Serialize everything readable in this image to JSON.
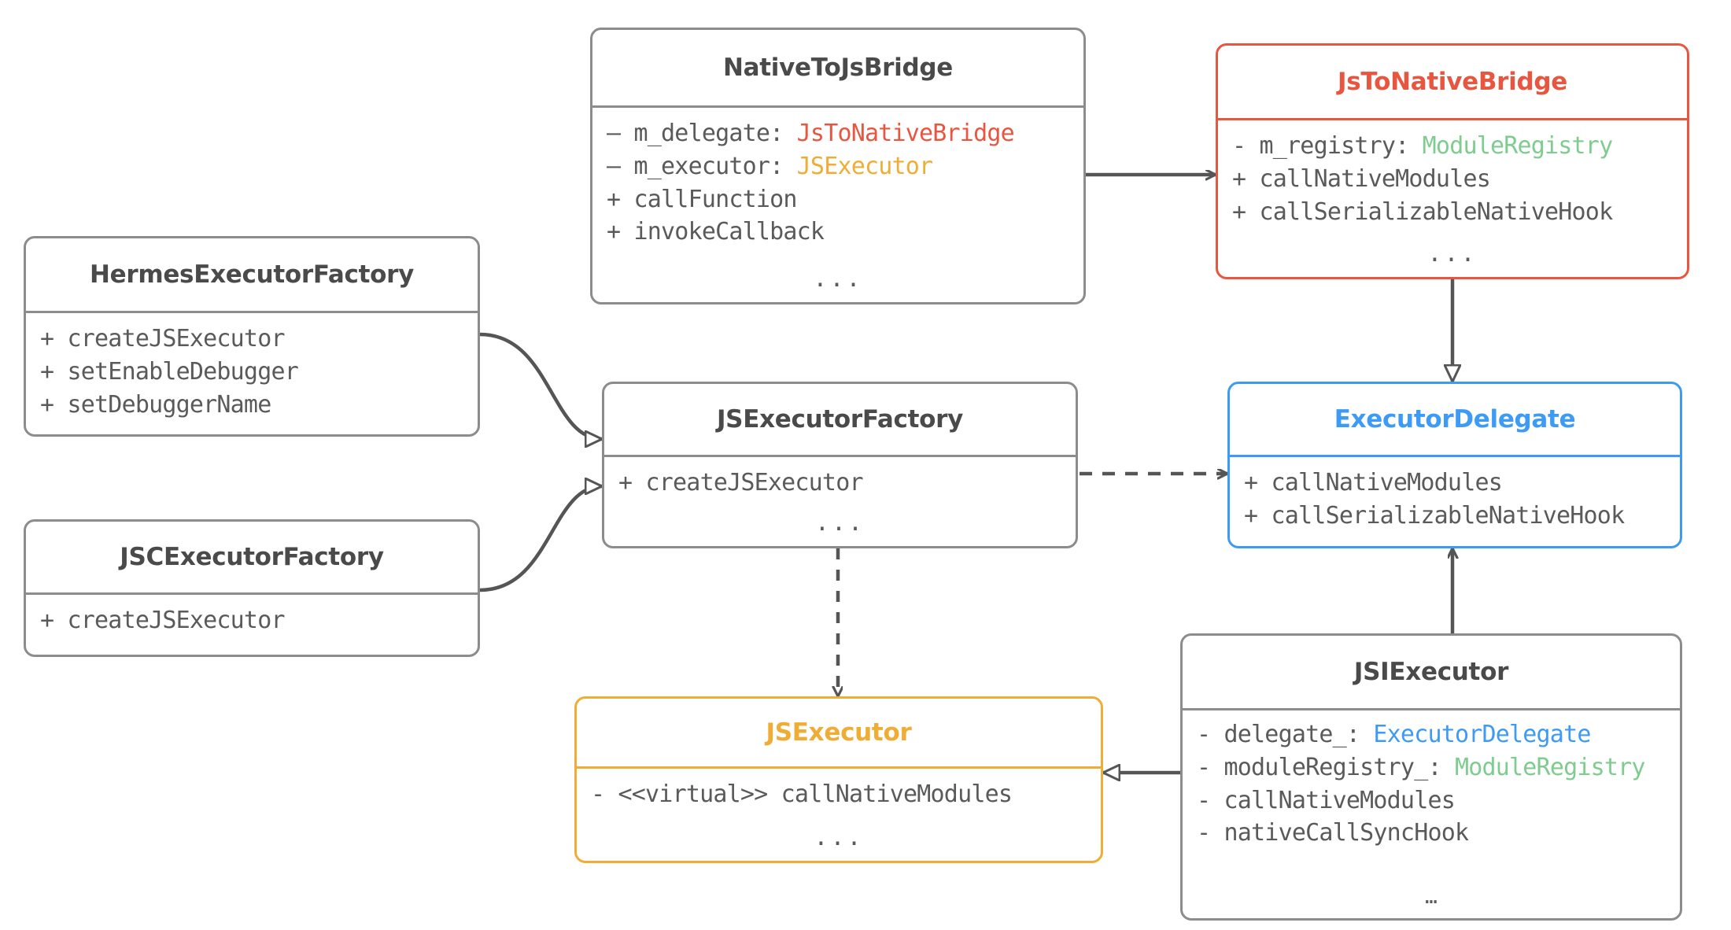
{
  "diagram": {
    "kind": "uml-class-diagram",
    "colors": {
      "default_border": "#8c8c8c",
      "text": "#5a5a5a",
      "title": "#4a4a4a",
      "red": "#e8563f",
      "blue": "#3d9bf5",
      "orange": "#f0ad35",
      "green": "#7fcc8f",
      "edge": "#555555",
      "background": "#ffffff"
    },
    "ellipsis": "...",
    "ellipsis_tight": "…"
  },
  "classes": {
    "native_to_js_bridge": {
      "name": "NativeToJsBridge",
      "theme": "default",
      "members": [
        {
          "vis": "–",
          "name": " m_delegate: ",
          "type": "JsToNativeBridge",
          "type_color": "#e8563f"
        },
        {
          "vis": "–",
          "name": " m_executor: ",
          "type": "JSExecutor",
          "type_color": "#f0ad35"
        },
        {
          "vis": "+",
          "name": " callFunction",
          "type": "",
          "type_color": ""
        },
        {
          "vis": "+",
          "name": " invokeCallback",
          "type": "",
          "type_color": ""
        }
      ],
      "has_ellipsis": true
    },
    "js_to_native_bridge": {
      "name": "JsToNativeBridge",
      "theme": "red",
      "members": [
        {
          "vis": "-",
          "name": " m_registry: ",
          "type": "ModuleRegistry",
          "type_color": "#7fcc8f"
        },
        {
          "vis": "+",
          "name": " callNativeModules",
          "type": "",
          "type_color": ""
        },
        {
          "vis": "+",
          "name": " callSerializableNativeHook",
          "type": "",
          "type_color": ""
        }
      ],
      "has_ellipsis": true
    },
    "hermes_executor_factory": {
      "name": "HermesExecutorFactory",
      "theme": "default",
      "members": [
        {
          "vis": "+",
          "name": " createJSExecutor",
          "type": "",
          "type_color": ""
        },
        {
          "vis": "+",
          "name": " setEnableDebugger",
          "type": "",
          "type_color": ""
        },
        {
          "vis": "+",
          "name": " setDebuggerName",
          "type": "",
          "type_color": ""
        }
      ],
      "has_ellipsis": false
    },
    "js_executor_factory": {
      "name": "JSExecutorFactory",
      "theme": "default",
      "members": [
        {
          "vis": "+",
          "name": " createJSExecutor",
          "type": "",
          "type_color": ""
        }
      ],
      "has_ellipsis": true
    },
    "executor_delegate": {
      "name": "ExecutorDelegate",
      "theme": "blue",
      "members": [
        {
          "vis": "+",
          "name": " callNativeModules",
          "type": "",
          "type_color": ""
        },
        {
          "vis": "+",
          "name": " callSerializableNativeHook",
          "type": "",
          "type_color": ""
        }
      ],
      "has_ellipsis": false
    },
    "jsc_executor_factory": {
      "name": "JSCExecutorFactory",
      "theme": "default",
      "members": [
        {
          "vis": "+",
          "name": " createJSExecutor",
          "type": "",
          "type_color": ""
        }
      ],
      "has_ellipsis": false
    },
    "js_executor": {
      "name": "JSExecutor",
      "theme": "orange",
      "members": [
        {
          "vis": "-",
          "name": " <<virtual>> callNativeModules",
          "type": "",
          "type_color": ""
        }
      ],
      "has_ellipsis": true
    },
    "jsi_executor": {
      "name": "JSIExecutor",
      "theme": "default",
      "members": [
        {
          "vis": "-",
          "name": " delegate_: ",
          "type": "ExecutorDelegate",
          "type_color": "#3d9bf5"
        },
        {
          "vis": "-",
          "name": " moduleRegistry_: ",
          "type": "ModuleRegistry",
          "type_color": "#7fcc8f"
        },
        {
          "vis": "-",
          "name": " callNativeModules",
          "type": "",
          "type_color": ""
        },
        {
          "vis": "-",
          "name": " nativeCallSyncHook",
          "type": "",
          "type_color": ""
        }
      ],
      "has_ellipsis": true
    }
  },
  "edges": [
    {
      "id": "nativetojsbridge-to-jstonativebridge",
      "from": "NativeToJsBridge",
      "to": "JsToNativeBridge",
      "style": "solid",
      "arrow": "open"
    },
    {
      "id": "jstonativebridge-to-executordelegate",
      "from": "JsToNativeBridge",
      "to": "ExecutorDelegate",
      "style": "solid",
      "arrow": "hollow-triangle"
    },
    {
      "id": "hermesexecutorfactory-to-jsexecutorfactory",
      "from": "HermesExecutorFactory",
      "to": "JSExecutorFactory",
      "style": "solid",
      "arrow": "hollow-triangle"
    },
    {
      "id": "jscexecutorfactory-to-jsexecutorfactory",
      "from": "JSCExecutorFactory",
      "to": "JSExecutorFactory",
      "style": "solid",
      "arrow": "hollow-triangle"
    },
    {
      "id": "jsexecutorfactory-to-executordelegate",
      "from": "JSExecutorFactory",
      "to": "ExecutorDelegate",
      "style": "dashed",
      "arrow": "open"
    },
    {
      "id": "jsexecutorfactory-to-jsexecutor",
      "from": "JSExecutorFactory",
      "to": "JSExecutor",
      "style": "dashed",
      "arrow": "open"
    },
    {
      "id": "jsiexecutor-to-executordelegate",
      "from": "JSIExecutor",
      "to": "ExecutorDelegate",
      "style": "solid",
      "arrow": "open"
    },
    {
      "id": "jsiexecutor-to-jsexecutor",
      "from": "JSIExecutor",
      "to": "JSExecutor",
      "style": "solid",
      "arrow": "hollow-triangle"
    }
  ]
}
